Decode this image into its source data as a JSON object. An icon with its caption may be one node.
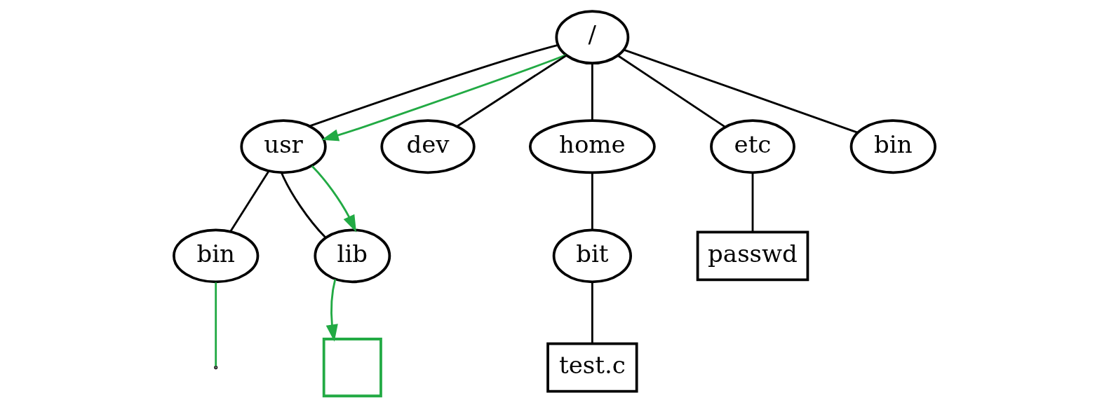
{
  "diagram": {
    "nodes": [
      {
        "text": [
          "/"
        ]
      },
      {
        "text": [
          "usr"
        ]
      },
      {
        "text": [
          "dev"
        ]
      },
      {
        "text": [
          "home"
        ]
      },
      {
        "text": [
          "etc"
        ]
      },
      {
        "text": [
          "bin"
        ]
      },
      {
        "text": [
          "bin"
        ]
      },
      {
        "text": [
          "lib"
        ]
      },
      {
        "text": [
          "bit"
        ]
      },
      {
        "text": [
          "passwd"
        ]
      },
      {
        "text": [
          "test.c"
        ]
      },
      {
        "text": [],
        "shape": "box"
      }
    ],
    "edges": [
      {
        "from": 0,
        "to": 1,
        "arrow": "none"
      },
      {
        "from": 0,
        "to": 2,
        "arrow": "none"
      },
      {
        "from": 0,
        "to": 3,
        "arrow": "none"
      },
      {
        "from": 0,
        "to": 4,
        "arrow": "none"
      },
      {
        "from": 0,
        "to": 5,
        "arrow": "none"
      },
      {
        "from": 1,
        "to": 6,
        "arrow": "none"
      },
      {
        "from": 1,
        "to": 7,
        "arrow": "none"
      },
      {
        "from": 3,
        "to": 8,
        "arrow": "none"
      },
      {
        "from": 4,
        "to": 9,
        "arrow": "none"
      },
      {
        "from": 8,
        "to": 10,
        "arrow": "none"
      },
      {
        "from": 0,
        "to": 1,
        "arrow": "to",
        "color": "#22aa44"
      },
      {
        "from": 1,
        "to": 7,
        "arrow": "to",
        "color": "#22aa44"
      },
      {
        "from": 7,
        "to": 11,
        "arrow": "to",
        "color": "#22aa44"
      },
      {
        "from": 6,
        "to": null,
        "arrow": "none",
        "color": "#22aa44"
      }
    ]
  }
}
